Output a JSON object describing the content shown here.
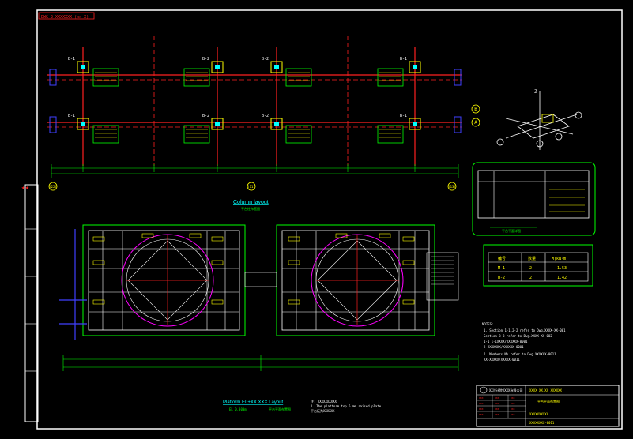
{
  "drawing": {
    "corner_tag": "DWG-2 XXXXXXX (xx-X)",
    "column_layout_title": "Column layout",
    "column_layout_subtitle": "平台柱布置图",
    "platform_title": "Platform EL+XX.XXX Layout",
    "platform_el": "EL 0.300m",
    "platform_subtitle": "平台平面布置图",
    "axis_labels_bottom": [
      "(22)",
      "(11)",
      "(13)"
    ],
    "axis_labels_right": [
      "B",
      "A"
    ],
    "column_marks": [
      "B-1",
      "B-2",
      "B-2",
      "B-1",
      "B-1",
      "B-2",
      "B-2",
      "B-1"
    ],
    "load_table": {
      "headers": [
        "编号",
        "数量",
        "M(kN·m)"
      ],
      "rows": [
        [
          "M-1",
          "2",
          "1.53"
        ],
        [
          "M-2",
          "2",
          "1.42"
        ]
      ]
    },
    "detail_title": "平台平面详图"
  },
  "notes": {
    "heading": "NOTES:",
    "lines": [
      "1. Section 1-1,2-2 refer to Dwg.XXXX-XX-001",
      "   Section 3-3 refer to Dwg.XXXX-XX-002",
      "   1-1 1-1XXXX/XXXXXX-0001",
      "   2-2XXXXXX/XXXXXX-0001",
      "2. Members Mk refer to Dwg.XXXXXX-0011",
      "   XX-XXXXX/XXXXX-0011"
    ],
    "center_lines": [
      "注: XXXXXXXXXX",
      "1. The platform top 5 mm raised plate",
      "   平台板为XXXXXX"
    ]
  },
  "title_block": {
    "company": "XX设计院XXXX有限公司",
    "project": "XXXX XX,XX XXXXXX",
    "subtitle": "平台平面布置图",
    "drawing_no": "XXXXXXXX-0011",
    "rev": "XXXXXXXXXX"
  },
  "colors": {
    "white": "#ffffff",
    "green": "#00ff00",
    "red": "#ff2020",
    "yellow": "#ffff00",
    "magenta": "#ff00ff",
    "cyan": "#00ffff",
    "blue": "#4040ff"
  }
}
